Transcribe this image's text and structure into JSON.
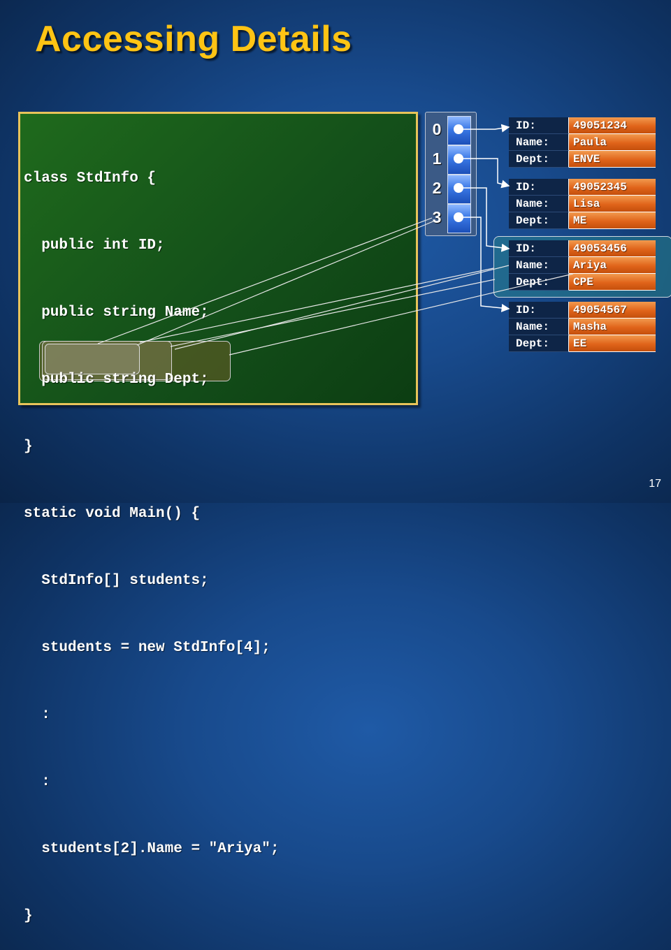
{
  "slide": {
    "title": "Accessing Details",
    "page_number": "17"
  },
  "code": {
    "lines": [
      "class StdInfo {",
      "  public int ID;",
      "  public string Name;",
      "  public string Dept;",
      "}",
      "static void Main() {",
      "  StdInfo[] students;",
      "  students = new StdInfo[4];",
      "  :",
      "  :",
      "  students[2].Name = \"Ariya\";",
      "}"
    ]
  },
  "array": {
    "indices": [
      "0",
      "1",
      "2",
      "3"
    ]
  },
  "records": [
    {
      "id_label": "ID:",
      "name_label": "Name:",
      "dept_label": "Dept:",
      "id": "49051234",
      "name": "Paula",
      "dept": "ENVE"
    },
    {
      "id_label": "ID:",
      "name_label": "Name:",
      "dept_label": "Dept:",
      "id": "49052345",
      "name": "Lisa",
      "dept": "ME"
    },
    {
      "id_label": "ID:",
      "name_label": "Name:",
      "dept_label": "Dept:",
      "id": "49053456",
      "name": "Ariya",
      "dept": "CPE"
    },
    {
      "id_label": "ID:",
      "name_label": "Name:",
      "dept_label": "Dept:",
      "id": "49054567",
      "name": "Masha",
      "dept": "EE"
    }
  ],
  "colors": {
    "title": "#ffc414",
    "code_bg": "#1f6a1c",
    "value_cell": "#e0641a",
    "label_cell": "#0e2547",
    "array_cell": "#3a78e6"
  }
}
